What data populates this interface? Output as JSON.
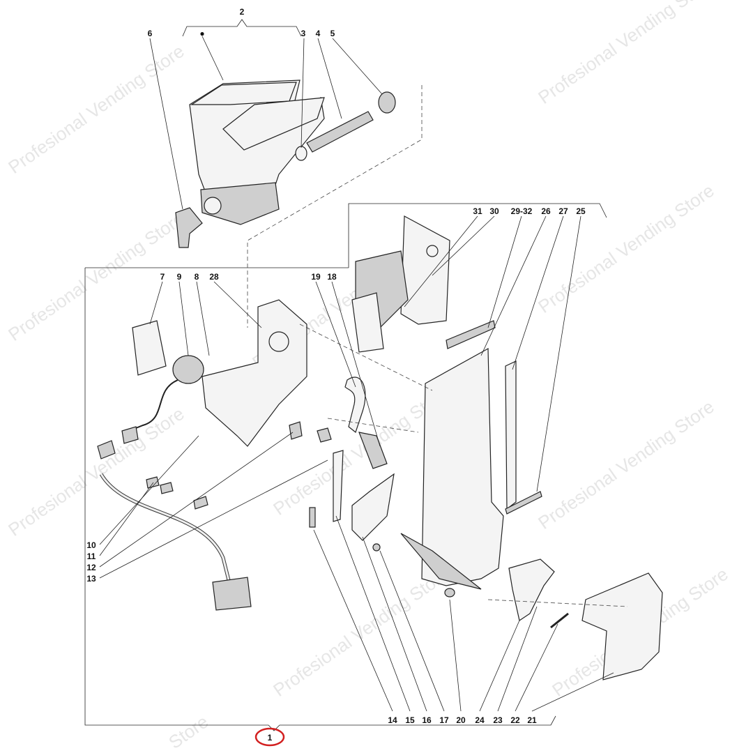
{
  "watermark": "Profesional Vending Store",
  "watermark_short": "Store",
  "assembly_label": "1",
  "highlight_color": "#d21f1f",
  "callouts": {
    "top": [
      "2",
      "6",
      "●",
      "3",
      "4",
      "5"
    ],
    "upper_right": [
      "31",
      "30",
      "29-32",
      "26",
      "27",
      "25"
    ],
    "left_top": [
      "7",
      "9",
      "8",
      "28",
      "19",
      "18"
    ],
    "left_side": [
      "10",
      "11",
      "12",
      "13"
    ],
    "bottom": [
      "14",
      "15",
      "16",
      "17",
      "20",
      "24",
      "23",
      "22",
      "21"
    ]
  }
}
